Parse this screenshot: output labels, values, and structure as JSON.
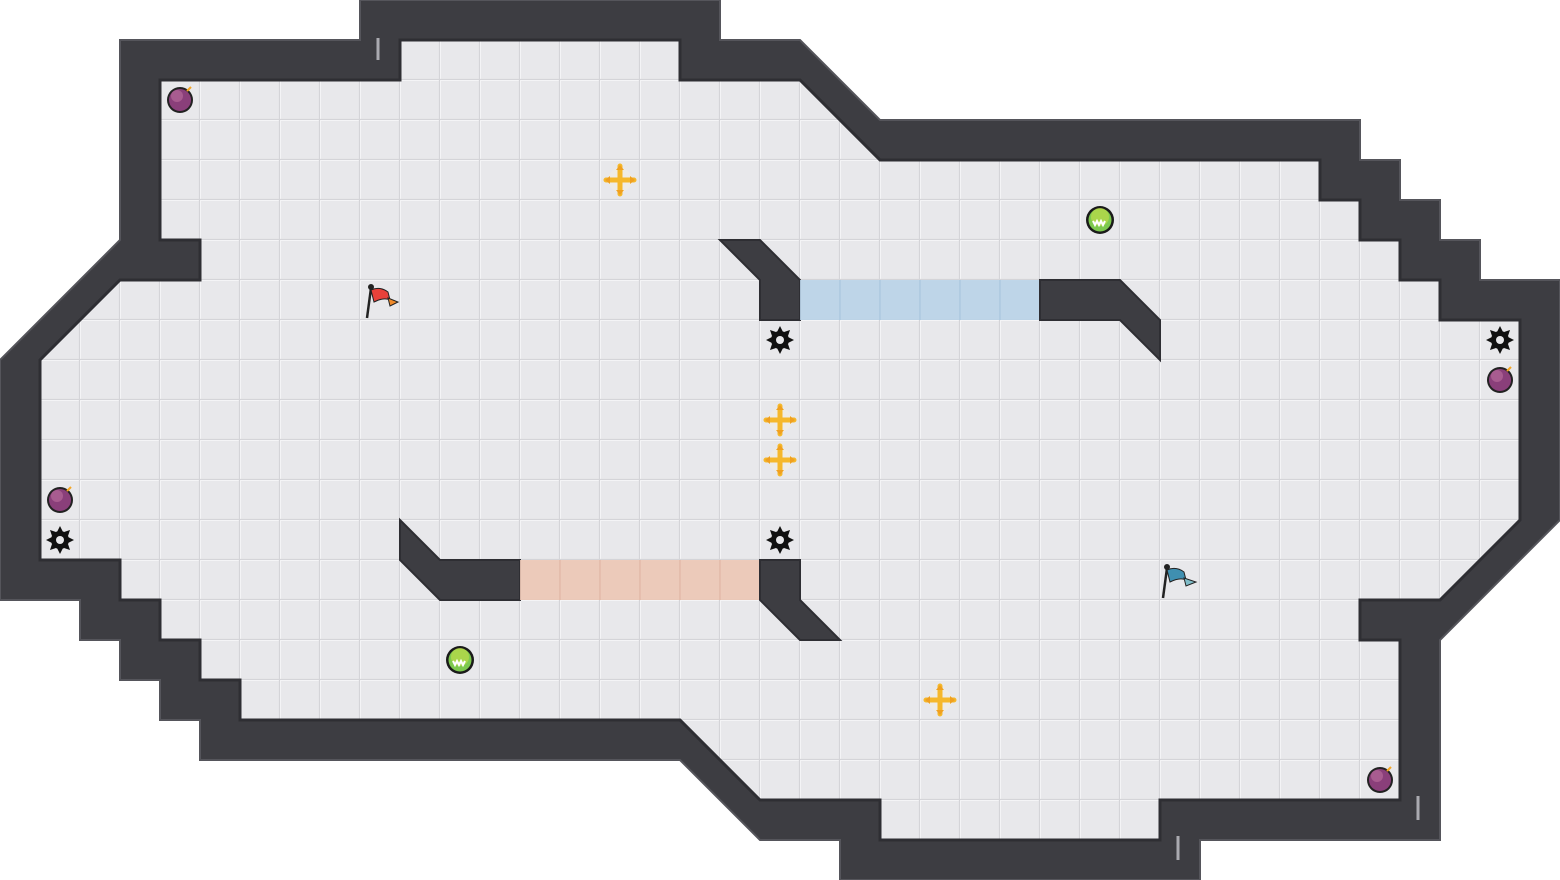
{
  "map": {
    "colors": {
      "background": "#ffffff",
      "floor": "#e8e8eb",
      "grid_line": "#d6d6da",
      "wall": "#3d3d42",
      "wall_edge": "#5a5a60",
      "red_gate": "#ecc6b5",
      "blue_gate": "#b9d3e8",
      "red_flag": "#e8413a",
      "blue_flag": "#3f8fb0",
      "boost": "#f5c02a",
      "powerup": "#6fcf5a",
      "bomb": "#8a3f7a",
      "spike": "#111111"
    },
    "item_types": [
      "red-flag",
      "blue-flag",
      "bomb",
      "spike",
      "boost",
      "powerup",
      "red-gate",
      "blue-gate"
    ]
  }
}
